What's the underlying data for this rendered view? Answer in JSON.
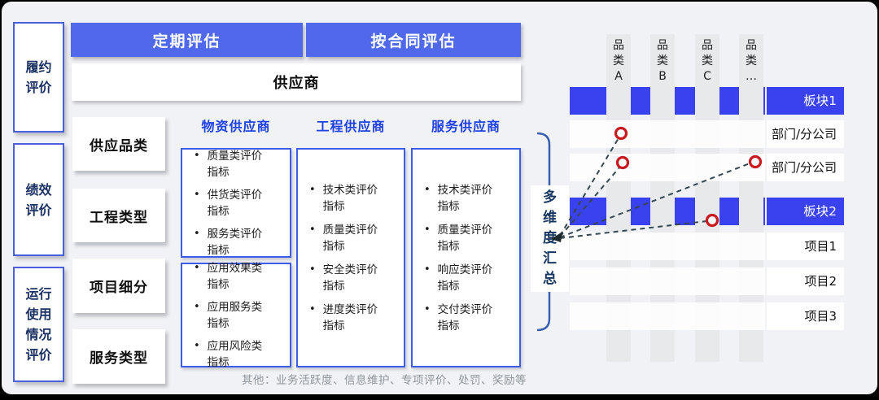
{
  "left_rail": {
    "items": [
      {
        "label": "履约\n评价"
      },
      {
        "label": "绩效\n评价"
      },
      {
        "label": "运行\n使用\n情况\n评价"
      }
    ]
  },
  "top": {
    "buttons": [
      {
        "label": "定期评估"
      },
      {
        "label": "按合同评估"
      }
    ],
    "supplier_bar": "供应商"
  },
  "categories": [
    "供应品类",
    "工程类型",
    "项目细分",
    "服务类型"
  ],
  "supplier_columns": [
    {
      "header": "物资供应商",
      "boxes": [
        [
          "质量类评价\n指标",
          "供货类评价\n指标",
          "服务类评价\n指标"
        ],
        [
          "应用效果类\n指标",
          "应用服务类\n指标",
          "应用风险类\n指标"
        ]
      ]
    },
    {
      "header": "工程供应商",
      "boxes": [
        [
          "技术类评价\n指标",
          "质量类评价\n指标",
          "安全类评价\n指标",
          "进度类评价\n指标"
        ]
      ]
    },
    {
      "header": "服务供应商",
      "boxes": [
        [
          "技术类评价\n指标",
          "质量类评价\n指标",
          "响应类评价\n指标",
          "交付类评价\n指标"
        ]
      ]
    }
  ],
  "note": "其他：业务活跃度、信息维护、专项评价、处罚、奖励等",
  "aggregation": {
    "label": "多\n维\n度\n汇\n总"
  },
  "matrix": {
    "column_headers": [
      "品\n类\nA",
      "品\n类\nB",
      "品\n类\nC",
      "品\n类\n…"
    ],
    "rows": [
      {
        "label": "板块1",
        "type": "blue"
      },
      {
        "label": "部门/分公司",
        "type": "white"
      },
      {
        "label": "部门/分公司",
        "type": "white"
      },
      {
        "label": "板块2",
        "type": "blue"
      },
      {
        "label": "项目1",
        "type": "white"
      },
      {
        "label": "项目2",
        "type": "white"
      },
      {
        "label": "项目3",
        "type": "white"
      }
    ]
  },
  "colors": {
    "button_blue": "#5068ec",
    "matrix_blue": "#3a42f0",
    "rail_border_blue": "#4a5fe0",
    "bullet_box_border": "#3f5ce8",
    "header_text_blue": "#1d3fe3",
    "navy_text": "#1d3264",
    "stripe_gray": "#e8e9eb",
    "background": "#f1f2f5",
    "note_gray": "#8f949c",
    "dash_line": "#36474f",
    "marker_red": "#c8191f"
  }
}
